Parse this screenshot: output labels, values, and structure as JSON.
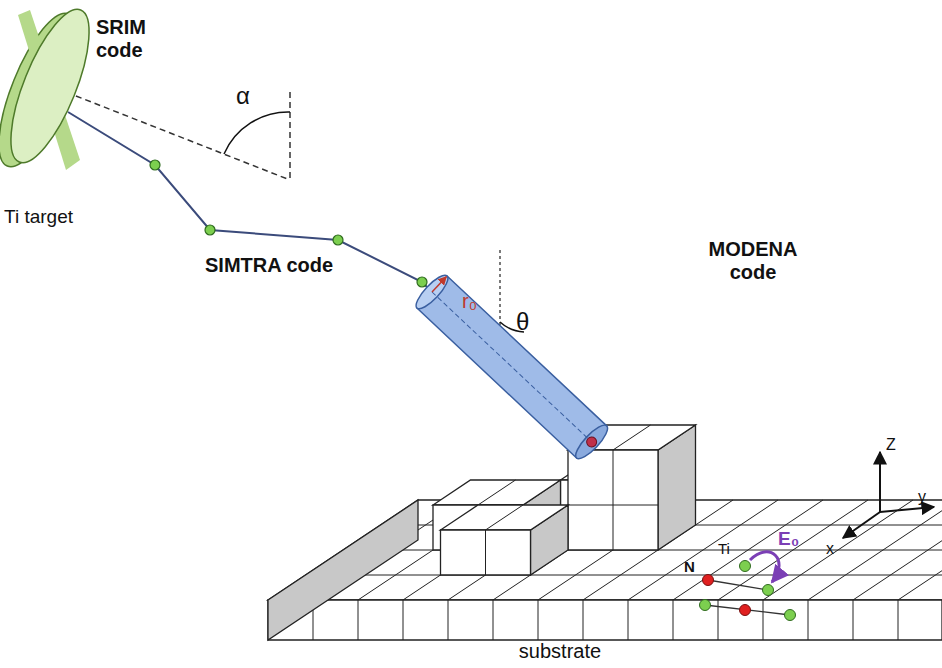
{
  "diagram": {
    "nodes": [
      {
        "text": [
          "SRIM code",
          "Ti target"
        ]
      }
    ],
    "labels": [
      "α",
      "SIMTRA code",
      "r₀",
      "θ",
      "MODENA code",
      "Ti",
      "N",
      "E₀",
      "Z",
      "y",
      "x",
      "substrate"
    ]
  }
}
